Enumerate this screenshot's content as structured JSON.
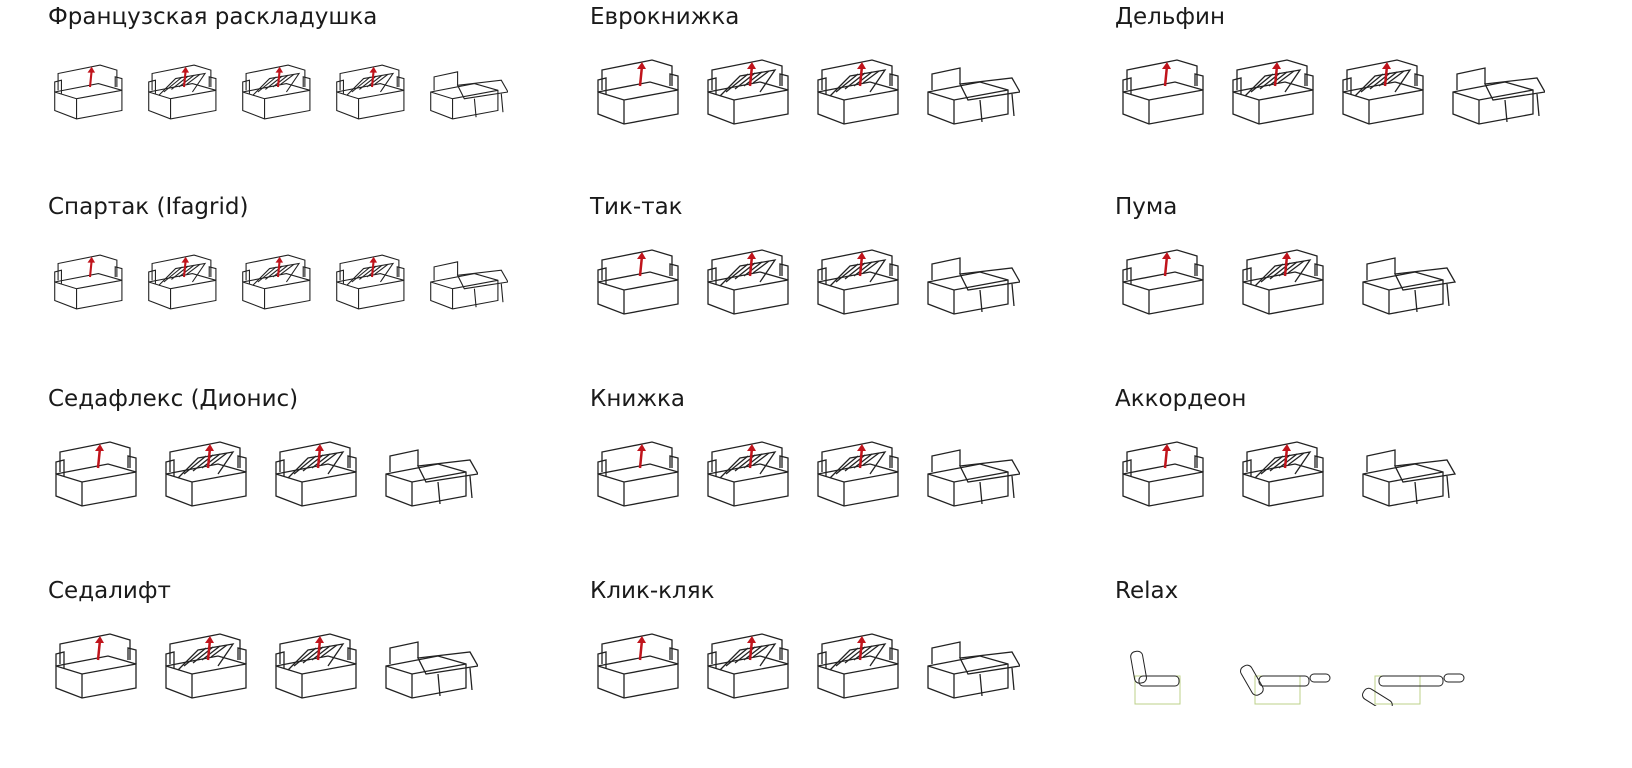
{
  "mechanisms": [
    {
      "title": "Французская раскладушка",
      "steps": 5,
      "kind": "fold"
    },
    {
      "title": "Еврокнижка",
      "steps": 4,
      "kind": "euro"
    },
    {
      "title": "Дельфин",
      "steps": 4,
      "kind": "corner"
    },
    {
      "title": "Спартак (Ifagrid)",
      "steps": 5,
      "kind": "fold"
    },
    {
      "title": "Тик-так",
      "steps": 4,
      "kind": "ticktack"
    },
    {
      "title": "Пума",
      "steps": 3,
      "kind": "puma"
    },
    {
      "title": "Седафлекс (Дионис)",
      "steps": 4,
      "kind": "fold"
    },
    {
      "title": "Книжка",
      "steps": 4,
      "kind": "book"
    },
    {
      "title": "Аккордеон",
      "steps": 3,
      "kind": "fold"
    },
    {
      "title": "Седалифт",
      "steps": 4,
      "kind": "fold"
    },
    {
      "title": "Клик-кляк",
      "steps": 4,
      "kind": "book"
    },
    {
      "title": "Relax",
      "steps": 3,
      "kind": "relax"
    }
  ],
  "colors": {
    "line": "#222222",
    "arrow": "#c0141c"
  }
}
